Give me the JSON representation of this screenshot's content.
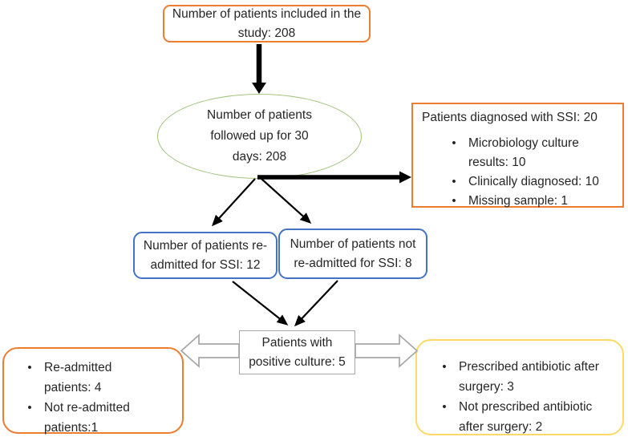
{
  "figure": {
    "type": "flowchart",
    "top_box": {
      "text": "Number of patients included in the study: 208"
    },
    "followup_ellipse": {
      "text": "Number of patients followed up for 30 days: 208"
    },
    "ssi_box": {
      "title": "Patients diagnosed with SSI: 20",
      "items": [
        "Microbiology culture results: 10",
        "Clinically diagnosed: 10",
        "Missing sample: 1"
      ]
    },
    "readmitted_box": {
      "text": "Number of patients re-admitted for SSI: 12"
    },
    "not_readmitted_box": {
      "text": "Number of patients not re-admitted for SSI: 8"
    },
    "positive_culture_box": {
      "text": "Patients with positive culture: 5"
    },
    "readmission_outcome_box": {
      "items": [
        "Re-admitted patients: 4",
        "Not re-admitted patients:1"
      ]
    },
    "antibiotic_box": {
      "items": [
        "Prescribed antibiotic after surgery: 3",
        "Not prescribed antibiotic after surgery: 2"
      ]
    }
  },
  "colors": {
    "orange_border": "#ED7D31",
    "green_border": "#A3C57F",
    "blue_border": "#4472C4",
    "gray_border": "#A6A6A6",
    "yellow_border": "#FFD966",
    "arrow_black": "#000000",
    "text": "#262626",
    "background": "#FFFFFF"
  }
}
